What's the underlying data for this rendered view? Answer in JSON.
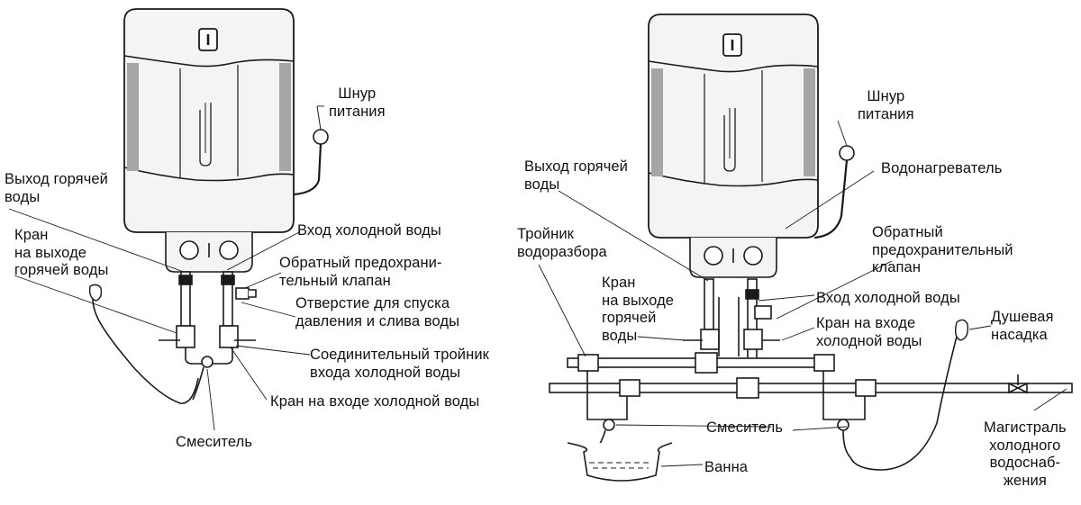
{
  "left": {
    "cord": "Шнур\nпитания",
    "hot_outlet": "Выход горячей\nводы",
    "hot_valve": "Кран\nна выходе\nгорячей воды",
    "cold_inlet": "Вход холодной воды",
    "safety_valve": "Обратный предохрани-\nтельный клапан",
    "drain_hole": "Отверстие для спуска\nдавления и слива воды",
    "tee": "Соединительный тройник\nвхода холодной воды",
    "cold_valve": "Кран на входе холодной воды",
    "mixer": "Смеситель"
  },
  "right": {
    "cord": "Шнур\nпитания",
    "hot_outlet": "Выход горячей\nводы",
    "heater": "Водонагреватель",
    "tee_branch": "Тройник\nводоразбора",
    "safety_valve": "Обратный\nпредохранительный\nклапан",
    "hot_valve": "Кран\nна выходе\nгорячей\nводы",
    "cold_inlet": "Вход холодной воды",
    "cold_valve": "Кран на входе\nхолодной воды",
    "shower": "Душевая\nнасадка",
    "mixer": "Смеситель",
    "bath": "Ванна",
    "main": "Магистраль\nхолодного\nводоснаб-\nжения"
  },
  "colors": {
    "line": "#1a1a1a",
    "body_fill": "#f2f2f2",
    "panel_fill": "#ebebeb",
    "side_stripe": "#a6a6a6"
  }
}
